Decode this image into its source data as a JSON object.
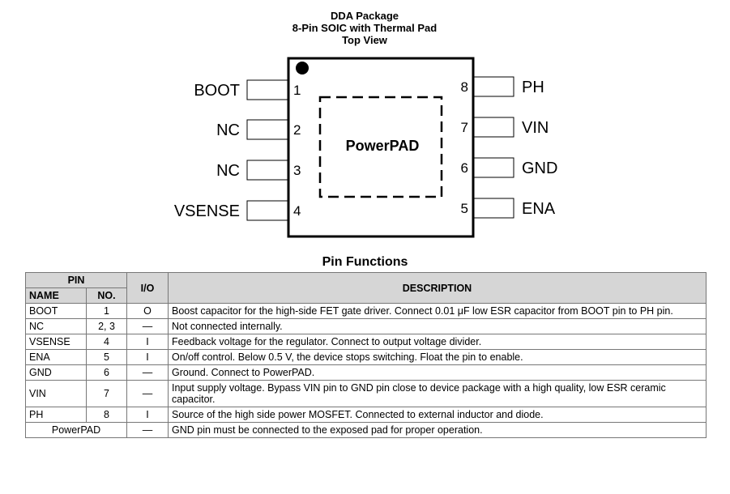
{
  "package": {
    "caption_line1": "DDA Package",
    "caption_line2": "8-Pin SOIC with Thermal Pad",
    "caption_line3": "Top View",
    "pad_label": "PowerPAD",
    "left_pins": [
      {
        "number": "1",
        "name": "BOOT"
      },
      {
        "number": "2",
        "name": "NC"
      },
      {
        "number": "3",
        "name": "NC"
      },
      {
        "number": "4",
        "name": "VSENSE"
      }
    ],
    "right_pins": [
      {
        "number": "8",
        "name": "PH"
      },
      {
        "number": "7",
        "name": "VIN"
      },
      {
        "number": "6",
        "name": "GND"
      },
      {
        "number": "5",
        "name": "ENA"
      }
    ]
  },
  "table": {
    "title": "Pin Functions",
    "header_pin": "PIN",
    "header_name": "NAME",
    "header_no": "NO.",
    "header_io": "I/O",
    "header_desc": "DESCRIPTION",
    "rows": [
      {
        "name": "BOOT",
        "no": "1",
        "io": "O",
        "desc": "Boost capacitor for the high-side FET gate driver. Connect 0.01 μF low ESR capacitor from BOOT pin to PH pin."
      },
      {
        "name": "NC",
        "no": "2, 3",
        "io": "—",
        "desc": "Not connected internally."
      },
      {
        "name": "VSENSE",
        "no": "4",
        "io": "I",
        "desc": "Feedback voltage for the regulator. Connect to output voltage divider."
      },
      {
        "name": "ENA",
        "no": "5",
        "io": "I",
        "desc": "On/off control. Below 0.5 V, the device stops switching. Float the pin to enable."
      },
      {
        "name": "GND",
        "no": "6",
        "io": "—",
        "desc": "Ground. Connect to PowerPAD."
      },
      {
        "name": "VIN",
        "no": "7",
        "io": "—",
        "desc": "Input supply voltage. Bypass VIN pin to GND pin close to device package with a high quality, low ESR ceramic capacitor."
      },
      {
        "name": "PH",
        "no": "8",
        "io": "I",
        "desc": "Source of the high side power MOSFET. Connected to external inductor and diode."
      }
    ],
    "powerpad_row": {
      "name": "PowerPAD",
      "io": "—",
      "desc": "GND pin must be connected to the exposed pad for proper operation."
    }
  }
}
